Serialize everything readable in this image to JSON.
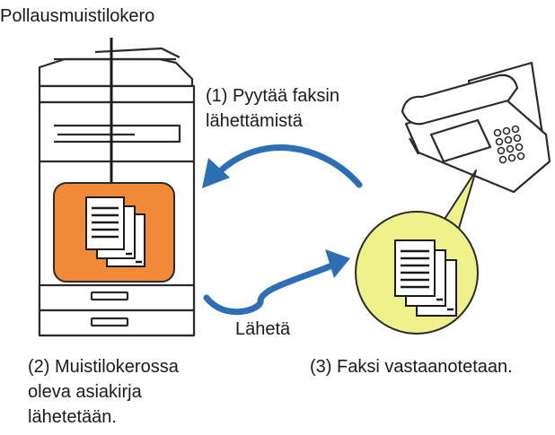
{
  "labels": {
    "title": "Pollausmuistilokero",
    "request_line1": "(1) Pyytää faksin",
    "request_line2": "lähettämistä",
    "send": "Lähetä",
    "caption_left_line1": "(2) Muistilokerossa",
    "caption_left_line2": "oleva asiakirja",
    "caption_left_line3": "lähetetään.",
    "caption_right": "(3) Faksi vastaanotetaan."
  },
  "colors": {
    "memory_box": "#f08a38",
    "receive_circle": "#eef08a",
    "arrow": "#2d6fb7",
    "outline": "#2a2a2a",
    "machine_fill": "#ffffff"
  },
  "icons": {
    "machine": "multifunction-printer-icon",
    "fax": "fax-machine-icon",
    "documents": "document-stack-icon"
  }
}
